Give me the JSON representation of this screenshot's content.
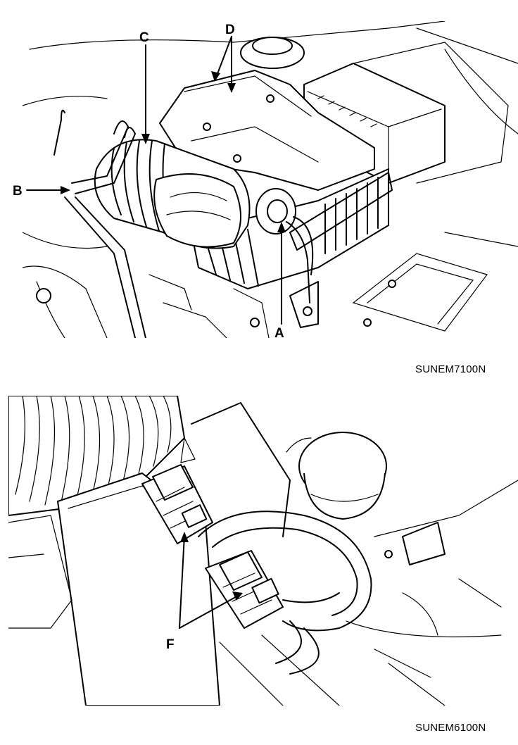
{
  "figure_top": {
    "code": "SUNEM7100N",
    "callouts": {
      "a": "A",
      "b": "B",
      "c": "C",
      "d": "D"
    }
  },
  "figure_bottom": {
    "code": "SUNEM6100N",
    "callouts": {
      "f": "F"
    }
  }
}
